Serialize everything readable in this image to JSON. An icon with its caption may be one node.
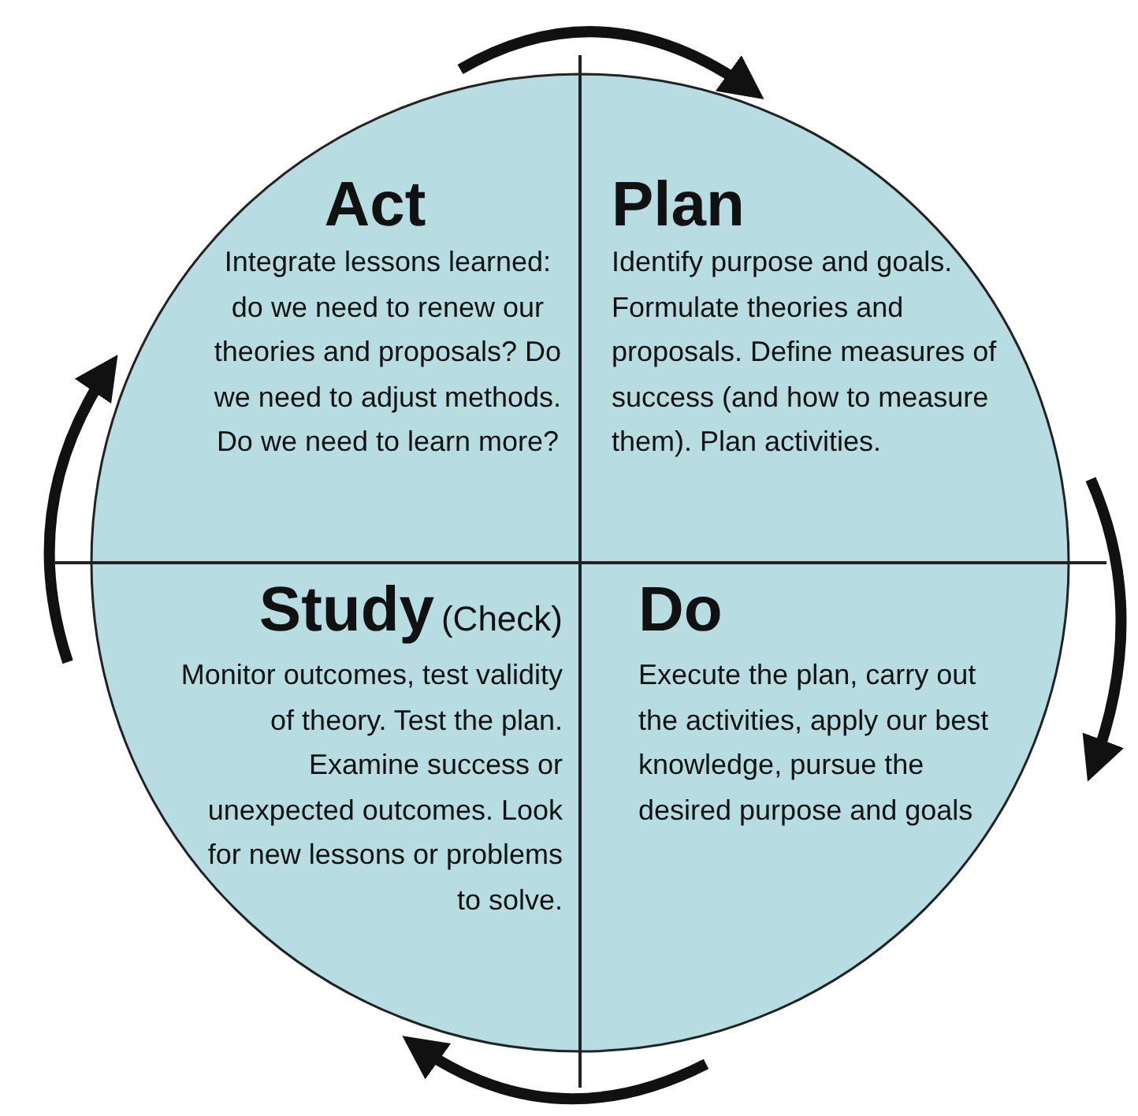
{
  "diagram": {
    "nodes": [
      {
        "text": [
          "Act",
          "Integrate lessons learned: do we need to renew our theories and proposals? Do we need to adjust methods. Do we need to learn more?"
        ]
      },
      {
        "text": [
          "Plan",
          "Identify purpose and goals. Formulate theories and proposals. Define measures of success (and how to measure them). Plan activities."
        ]
      },
      {
        "text": [
          "Study",
          "(Check)",
          "Monitor outcomes, test validity of theory. Test the plan. Examine success or unexpected outcomes. Look for new lessons or problems to solve."
        ]
      },
      {
        "text": [
          "Do",
          "Execute the plan, carry out the activities, apply our best knowledge, pursue the desired purpose and goals"
        ]
      }
    ],
    "edges": [
      {
        "from": 0,
        "to": 1,
        "arrow": "to"
      },
      {
        "from": 1,
        "to": 3,
        "arrow": "to"
      },
      {
        "from": 3,
        "to": 2,
        "arrow": "to"
      },
      {
        "from": 2,
        "to": 0,
        "arrow": "to"
      }
    ]
  }
}
